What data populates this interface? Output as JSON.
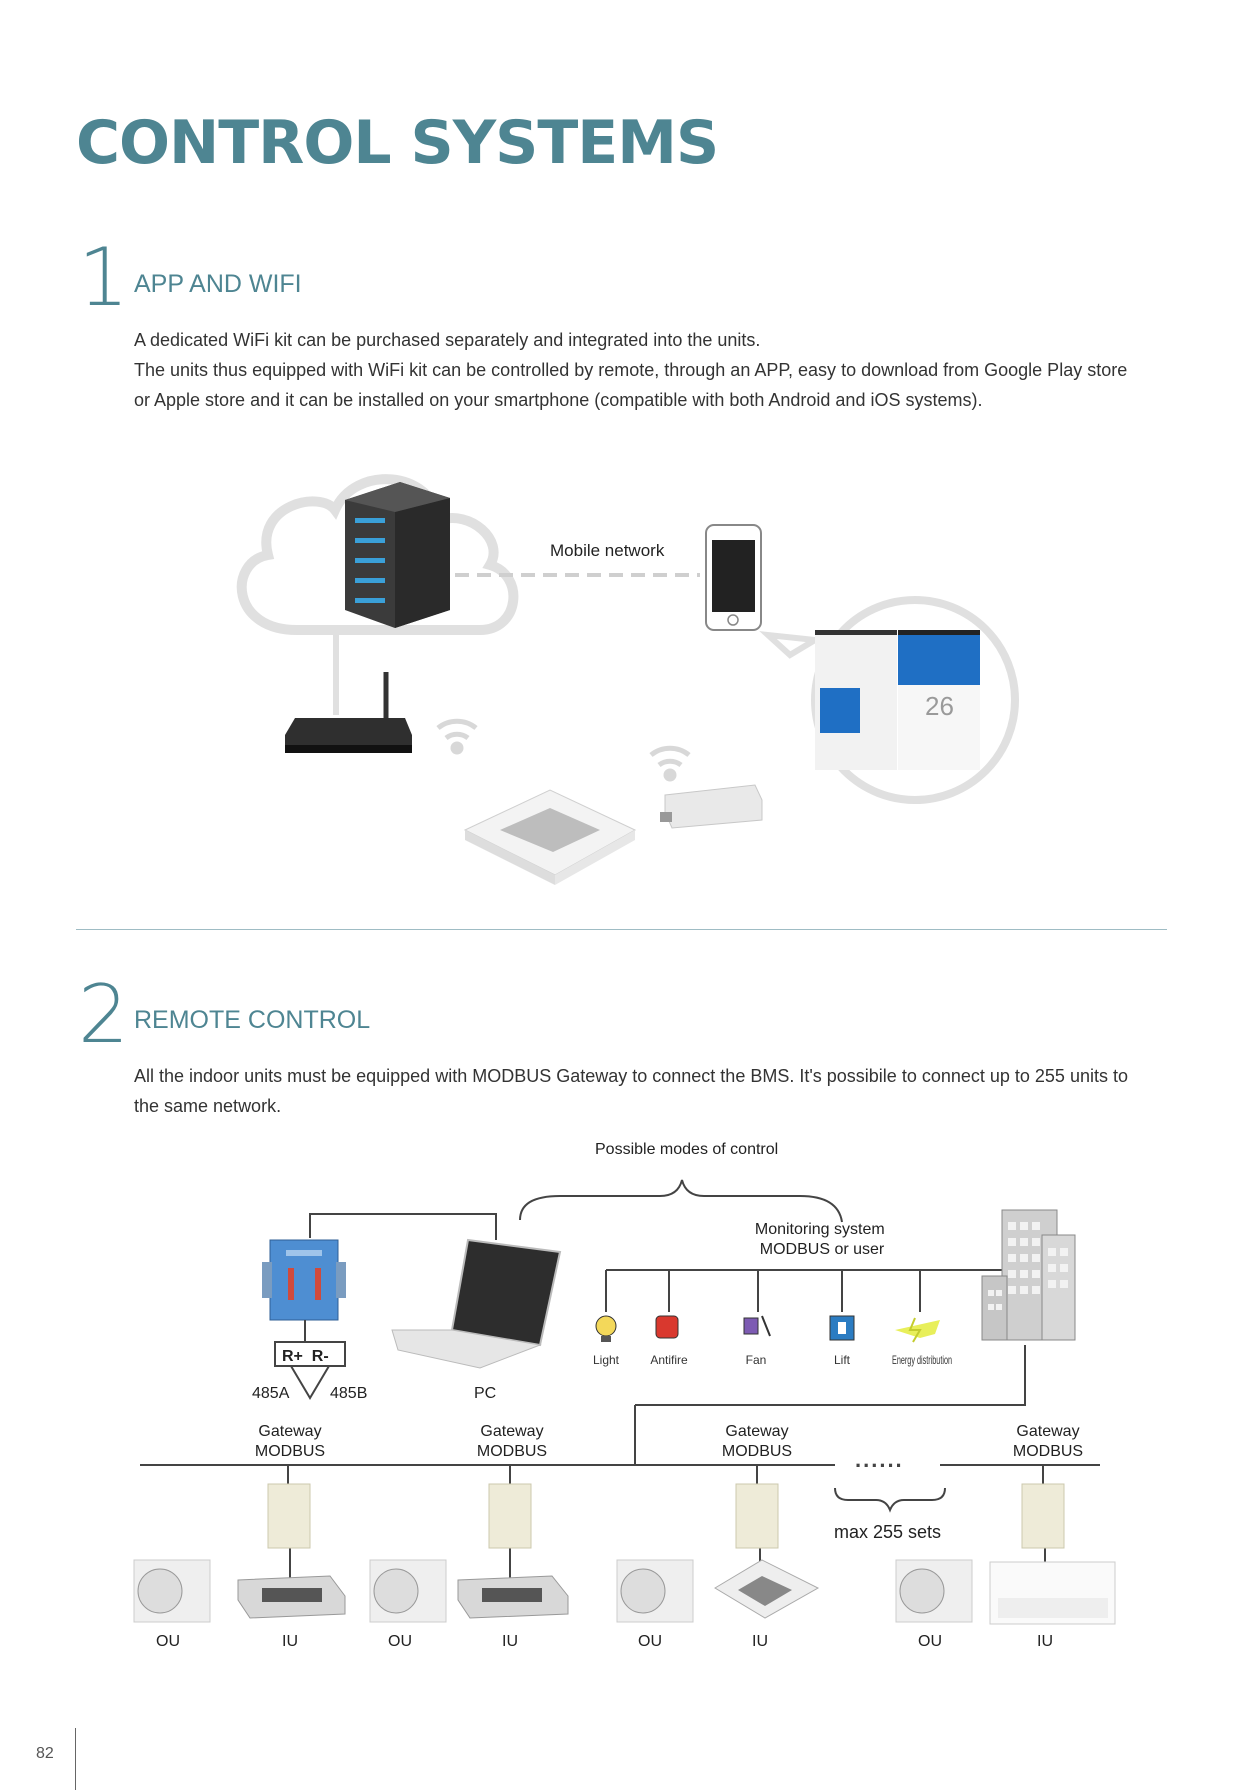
{
  "page": {
    "title": "CONTROL SYSTEMS",
    "page_number": "82"
  },
  "section1": {
    "number": "1",
    "title": "APP AND WIFI",
    "paragraph": [
      "A dedicated WiFi kit can be purchased separately and integrated into the units.",
      "The units thus equipped with WiFi kit can be controlled by remote, through an APP, easy to download from Google Play store or Apple store and it can be installed on your smartphone (compatible with both Android and iOS systems)."
    ],
    "diagram": {
      "network_label": "Mobile network",
      "app_temperature": "26"
    }
  },
  "section2": {
    "number": "2",
    "title": "REMOTE CONTROL",
    "paragraph": "All the indoor units must be equipped with MODBUS Gateway to connect the BMS. It's possibile to connect up to 255 units to the same network.",
    "diagram": {
      "modes_label": "Possible modes of control",
      "monitoring_label": [
        "Monitoring system",
        "MODBUS or user"
      ],
      "terminal_label": "R+  R-",
      "port_a": "485A",
      "port_b": "485B",
      "pc_label": "PC",
      "devices": [
        "Light",
        "Antifire",
        "Fan",
        "Lift",
        "Energy distribution"
      ],
      "gateway_label": [
        "Gateway",
        "MODBUS"
      ],
      "max_label": "max 255 sets",
      "dots": "......",
      "unit_labels": [
        "OU",
        "IU",
        "OU",
        "IU",
        "OU",
        "IU",
        "OU",
        "IU"
      ]
    }
  },
  "colors": {
    "accent": "#4e8592",
    "rule": "#9fbcc4",
    "app_blue": "#1f6fc4"
  }
}
